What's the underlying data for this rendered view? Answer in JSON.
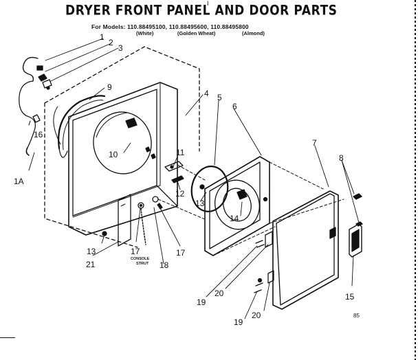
{
  "title": "DRYER FRONT PANEL AND DOOR PARTS",
  "models_line": "For Models: 110.88495100, 110.88495600, 110.88495800",
  "variants": [
    "(White)",
    "(Golden Wheat)",
    "(Almond)"
  ],
  "corner_mark": "I",
  "page_code": "85",
  "console_strut_label": [
    "CONSOLE",
    "STRUT"
  ],
  "callouts": [
    "1",
    "2",
    "3",
    "9",
    "4",
    "5",
    "6",
    "7",
    "8",
    "16",
    "10",
    "11",
    "12",
    "13",
    "14",
    "1A",
    "13",
    "21",
    "17",
    "18",
    "17",
    "19",
    "20",
    "15",
    "19",
    "20"
  ]
}
